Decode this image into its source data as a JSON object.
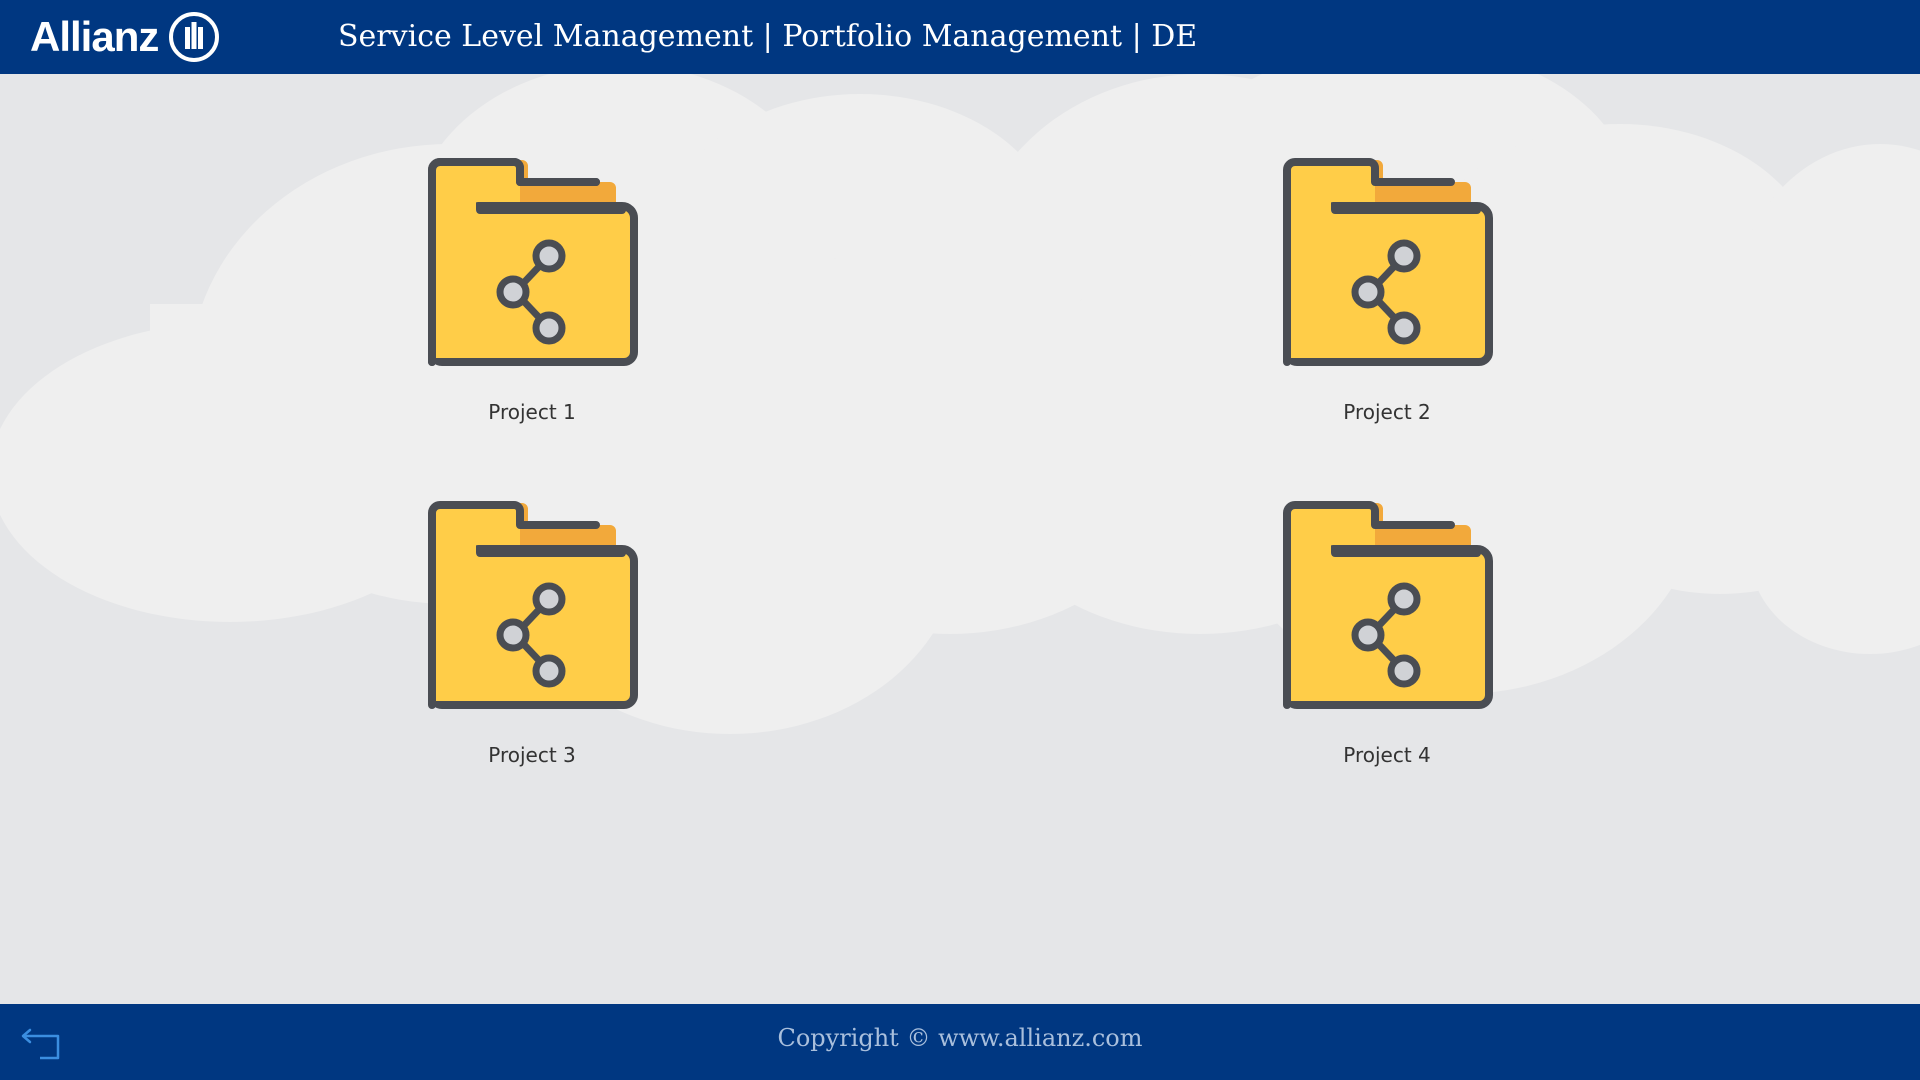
{
  "header": {
    "logo_text": "Allianz",
    "title": "Service Level Management | Portfolio Management | DE"
  },
  "projects": [
    {
      "label": "Project 1",
      "icon": "shared-folder-icon"
    },
    {
      "label": "Project 2",
      "icon": "shared-folder-icon"
    },
    {
      "label": "Project 3",
      "icon": "shared-folder-icon"
    },
    {
      "label": "Project 4",
      "icon": "shared-folder-icon"
    }
  ],
  "footer": {
    "copyright": "Copyright © www.allianz.com",
    "back_icon": "back-arrow-icon"
  },
  "colors": {
    "brand_blue": "#003781",
    "folder_yellow": "#ffcd48",
    "folder_tab": "#f2a93b",
    "outline": "#4a4d53",
    "background": "#e5e6e8",
    "cloud": "#efefef"
  }
}
